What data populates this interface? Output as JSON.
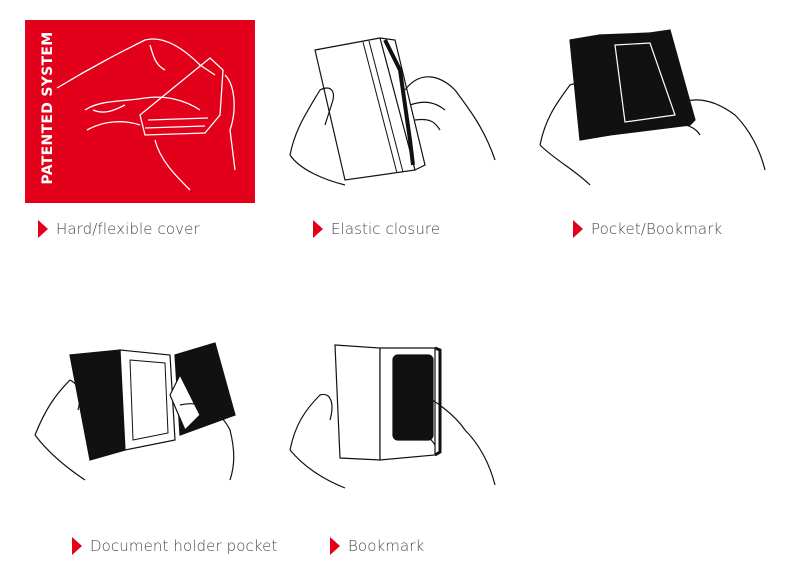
{
  "accent_color": "#e2001a",
  "features": [
    {
      "label": "Hard/flexible cover",
      "badge": "PATENTED SYSTEM",
      "icon": "hands-flexing-notebook"
    },
    {
      "label": "Elastic closure",
      "icon": "hands-elastic-band"
    },
    {
      "label": "Pocket/Bookmark",
      "icon": "hands-open-pocket"
    },
    {
      "label": "Document holder pocket",
      "icon": "hands-document-pocket"
    },
    {
      "label": "Bookmark",
      "icon": "hands-bookmark"
    }
  ]
}
